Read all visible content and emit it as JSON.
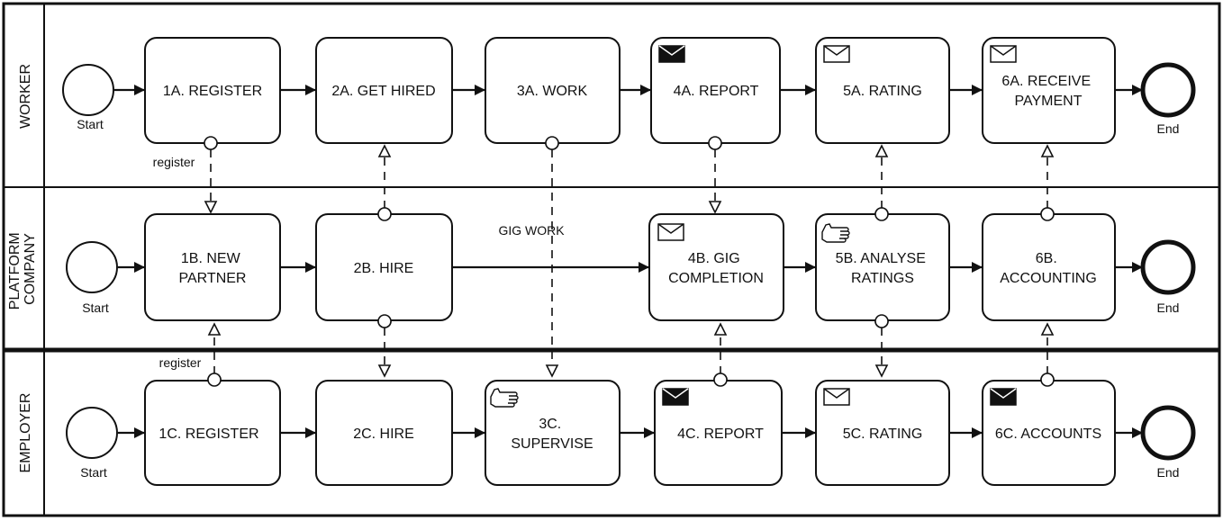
{
  "lanes": [
    {
      "label_lines": [
        "WORKER"
      ]
    },
    {
      "label_lines": [
        "PLATFORM",
        "COMPANY"
      ]
    },
    {
      "label_lines": [
        "EMPLOYER"
      ]
    }
  ],
  "events": {
    "start_label": "Start",
    "end_label": "End"
  },
  "tasks": {
    "t1a": {
      "lines": [
        "1A. REGISTER"
      ]
    },
    "t2a": {
      "lines": [
        "2A. GET HIRED"
      ]
    },
    "t3a": {
      "lines": [
        "3A. WORK"
      ]
    },
    "t4a": {
      "lines": [
        "4A. REPORT"
      ]
    },
    "t5a": {
      "lines": [
        "5A. RATING"
      ]
    },
    "t6a": {
      "lines": [
        "6A. RECEIVE",
        "PAYMENT"
      ]
    },
    "t1b": {
      "lines": [
        "1B. NEW",
        "PARTNER"
      ]
    },
    "t2b": {
      "lines": [
        "2B. HIRE"
      ]
    },
    "t4b": {
      "lines": [
        "4B. GIG",
        "COMPLETION"
      ]
    },
    "t5b": {
      "lines": [
        "5B. ANALYSE",
        "RATINGS"
      ]
    },
    "t6b": {
      "lines": [
        "6B.",
        "ACCOUNTING"
      ]
    },
    "t1c": {
      "lines": [
        "1C. REGISTER"
      ]
    },
    "t2c": {
      "lines": [
        "2C. HIRE"
      ]
    },
    "t3c": {
      "lines": [
        "3C.",
        "SUPERVISE"
      ]
    },
    "t4c": {
      "lines": [
        "4C. REPORT"
      ]
    },
    "t5c": {
      "lines": [
        "5C. RATING"
      ]
    },
    "t6c": {
      "lines": [
        "6C. ACCOUNTS"
      ]
    }
  },
  "labels": {
    "register_top": "register",
    "register_bottom": "register",
    "gig_work": "GIG WORK"
  }
}
